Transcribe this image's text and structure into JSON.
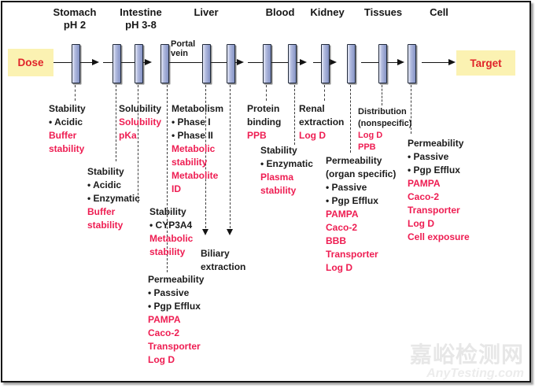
{
  "organs": [
    {
      "label": "Stomach",
      "sub": "pH 2"
    },
    {
      "label": "Intestine",
      "sub": "pH 3-8"
    },
    {
      "label": "Liver",
      "sub": ""
    },
    {
      "label": "Blood",
      "sub": ""
    },
    {
      "label": "Kidney",
      "sub": ""
    },
    {
      "label": "Tissues",
      "sub": ""
    },
    {
      "label": "Cell",
      "sub": ""
    }
  ],
  "flow": {
    "dose_label": "Dose",
    "target_label": "Target",
    "portal_vein_line1": "Portal",
    "portal_vein_line2": "vein"
  },
  "blocks": [
    {
      "name": "stomach-stability",
      "lines": [
        {
          "text": "Stability",
          "c": "black"
        },
        {
          "text": "• Acidic",
          "c": "black"
        },
        {
          "text": "Buffer",
          "c": "red"
        },
        {
          "text": "stability",
          "c": "red"
        }
      ]
    },
    {
      "name": "intestine-solubility",
      "lines": [
        {
          "text": "Solubility",
          "c": "black"
        },
        {
          "text": "Solubility",
          "c": "red"
        },
        {
          "text": "pKa",
          "c": "red"
        }
      ]
    },
    {
      "name": "intestine-stability",
      "lines": [
        {
          "text": "Stability",
          "c": "black"
        },
        {
          "text": "• Acidic",
          "c": "black"
        },
        {
          "text": "• Enzymatic",
          "c": "black"
        },
        {
          "text": "Buffer",
          "c": "red"
        },
        {
          "text": "stability",
          "c": "red"
        }
      ]
    },
    {
      "name": "liver-metabolism",
      "lines": [
        {
          "text": "Metabolism",
          "c": "black"
        },
        {
          "text": "• Phase I",
          "c": "black"
        },
        {
          "text": "• Phase II",
          "c": "black"
        },
        {
          "text": "Metabolic",
          "c": "red"
        },
        {
          "text": "stability",
          "c": "red"
        },
        {
          "text": "Metabolite",
          "c": "red"
        },
        {
          "text": "ID",
          "c": "red"
        }
      ]
    },
    {
      "name": "gut-cyp-stability",
      "lines": [
        {
          "text": "Stability",
          "c": "black"
        },
        {
          "text": "• CYP3A4",
          "c": "black"
        },
        {
          "text": "Metabolic",
          "c": "red"
        },
        {
          "text": "stability",
          "c": "red"
        }
      ]
    },
    {
      "name": "biliary-extraction",
      "lines": [
        {
          "text": "Biliary",
          "c": "black"
        },
        {
          "text": "extraction",
          "c": "black"
        }
      ]
    },
    {
      "name": "gut-permeability",
      "lines": [
        {
          "text": "Permeability",
          "c": "black"
        },
        {
          "text": "• Passive",
          "c": "black"
        },
        {
          "text": "• Pgp Efflux",
          "c": "black"
        },
        {
          "text": "PAMPA",
          "c": "red"
        },
        {
          "text": "Caco-2",
          "c": "red"
        },
        {
          "text": "Transporter",
          "c": "red"
        },
        {
          "text": "Log D",
          "c": "red"
        }
      ]
    },
    {
      "name": "blood-protein-binding",
      "lines": [
        {
          "text": "Protein",
          "c": "black"
        },
        {
          "text": "binding",
          "c": "black"
        },
        {
          "text": "PPB",
          "c": "red"
        }
      ]
    },
    {
      "name": "blood-stability",
      "lines": [
        {
          "text": "Stability",
          "c": "black"
        },
        {
          "text": "• Enzymatic",
          "c": "black"
        },
        {
          "text": "Plasma",
          "c": "red"
        },
        {
          "text": "stability",
          "c": "red"
        }
      ]
    },
    {
      "name": "kidney-renal-extraction",
      "lines": [
        {
          "text": "Renal",
          "c": "black"
        },
        {
          "text": "extraction",
          "c": "black"
        },
        {
          "text": "Log D",
          "c": "red"
        }
      ]
    },
    {
      "name": "organ-permeability",
      "lines": [
        {
          "text": "Permeability",
          "c": "black"
        },
        {
          "text": "(organ specific)",
          "c": "black"
        },
        {
          "text": "• Passive",
          "c": "black"
        },
        {
          "text": "• Pgp Efflux",
          "c": "black"
        },
        {
          "text": "PAMPA",
          "c": "red"
        },
        {
          "text": "Caco-2",
          "c": "red"
        },
        {
          "text": "BBB",
          "c": "red"
        },
        {
          "text": "Transporter",
          "c": "red"
        },
        {
          "text": "Log D",
          "c": "red"
        }
      ]
    },
    {
      "name": "tissue-distribution",
      "lines": [
        {
          "text": "Distribution",
          "c": "black"
        },
        {
          "text": "(nonspecific)",
          "c": "black"
        },
        {
          "text": "Log D",
          "c": "red"
        },
        {
          "text": "PPB",
          "c": "red"
        }
      ]
    },
    {
      "name": "cell-permeability",
      "lines": [
        {
          "text": "Permeability",
          "c": "black"
        },
        {
          "text": "• Passive",
          "c": "black"
        },
        {
          "text": "• Pgp Efflux",
          "c": "black"
        },
        {
          "text": "PAMPA",
          "c": "red"
        },
        {
          "text": "Caco-2",
          "c": "red"
        },
        {
          "text": "Transporter",
          "c": "red"
        },
        {
          "text": "Log D",
          "c": "red"
        },
        {
          "text": "Cell exposure",
          "c": "red"
        }
      ]
    }
  ],
  "watermark": {
    "cjk": "嘉峪检测网",
    "latin": "AnyTesting.com"
  },
  "colors": {
    "box_yellow": "#fbf2b2",
    "dose_target_red": "#e02329",
    "list_red": "#ee1d52",
    "text_black": "#1b1b1b",
    "bar_blue": "#8492c4",
    "bar_highlight": "#e8ebf7"
  }
}
